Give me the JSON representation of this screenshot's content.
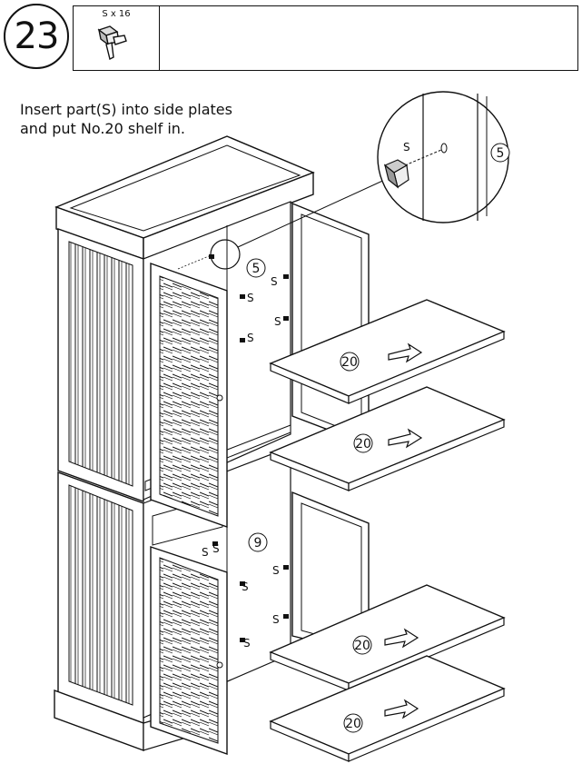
{
  "step": {
    "number": "23"
  },
  "parts": [
    {
      "label": "S x 16",
      "icon": "shelf-pin-icon"
    }
  ],
  "instruction": {
    "line1": "Insert part(S) into side plates",
    "line2": "and put No.20 shelf in."
  },
  "callouts": {
    "pin_label": "S",
    "side_plate_number": "5",
    "center_plate_number": "9",
    "shelf_number": "20"
  }
}
